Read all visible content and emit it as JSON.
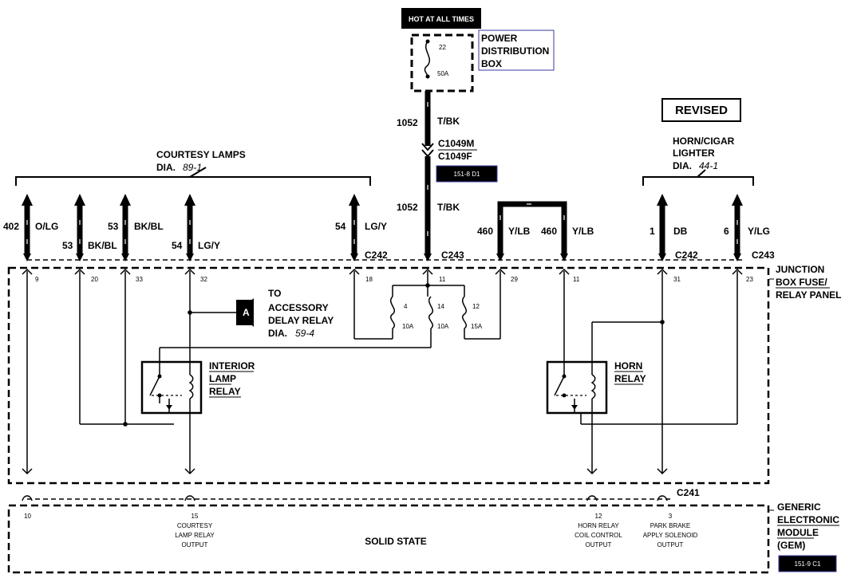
{
  "top": {
    "hot_label": "HOT AT ALL TIMES",
    "pdb_label_1": "POWER",
    "pdb_label_2": "DISTRIBUTION",
    "pdb_label_3": "BOX",
    "pdb_fuse_num": "22",
    "pdb_fuse_amp": "50A",
    "revised": "REVISED"
  },
  "feed": {
    "circuit_upper": "1052",
    "color_upper": "T/BK",
    "conn_m": "C1049M",
    "conn_f": "C1049F",
    "ref_box": "151-8 D1",
    "circuit_lower": "1052",
    "color_lower": "T/BK",
    "conn": "C243",
    "pin": "11"
  },
  "courtesy": {
    "title": "COURTESY LAMPS",
    "dia_prefix": "DIA.",
    "dia_ref": "89-1"
  },
  "horn_cigar": {
    "title_1": "HORN/CIGAR",
    "title_2": "LIGHTER",
    "dia_prefix": "DIA.",
    "dia_ref": "44-1"
  },
  "wires": [
    {
      "circuit": "402",
      "color": "O/LG",
      "pin": "9"
    },
    {
      "circuit": "53",
      "color": "BK/BL",
      "pin": "20"
    },
    {
      "circuit": "53",
      "color": "BK/BL",
      "pin": "33"
    },
    {
      "circuit": "54",
      "color": "LG/Y",
      "pin": "32"
    },
    {
      "circuit": "54",
      "color": "LG/Y",
      "pin": "18"
    },
    {
      "circuit": "460",
      "color": "Y/LB",
      "pin": "29"
    },
    {
      "circuit": "460",
      "color": "Y/LB",
      "pin": "11"
    },
    {
      "circuit": "1",
      "color": "DB",
      "pin": "31"
    },
    {
      "circuit": "6",
      "color": "Y/LG",
      "pin": "23"
    }
  ],
  "connectors": {
    "c242_left": "C242",
    "c243_center": "C243",
    "c242_right": "C242",
    "c243_right": "C243",
    "c241": "C241"
  },
  "jb": {
    "label_1": "JUNCTION",
    "label_2": "BOX FUSE/",
    "label_3": "RELAY PANEL",
    "fuses": [
      {
        "num": "4",
        "amp": "10A"
      },
      {
        "num": "14",
        "amp": "10A"
      },
      {
        "num": "12",
        "amp": "15A"
      }
    ],
    "accessory_symbol": "A",
    "accessory_1": "TO",
    "accessory_2": "ACCESSORY",
    "accessory_3": "DELAY RELAY",
    "accessory_dia_prefix": "DIA.",
    "accessory_dia_ref": "59-4",
    "interior_relay_1": "INTERIOR",
    "interior_relay_2": "LAMP",
    "interior_relay_3": "RELAY",
    "horn_relay_1": "HORN",
    "horn_relay_2": "RELAY"
  },
  "gem": {
    "label_1": "GENERIC",
    "label_2": "ELECTRONIC",
    "label_3": "MODULE",
    "label_4": "(GEM)",
    "ref_box": "151-9 C1",
    "body": "SOLID STATE",
    "pins": [
      {
        "pin": "10",
        "line1": "",
        "line2": "",
        "line3": ""
      },
      {
        "pin": "15",
        "line1": "COURTESY",
        "line2": "LAMP RELAY",
        "line3": "OUTPUT"
      },
      {
        "pin": "12",
        "line1": "HORN RELAY",
        "line2": "COIL CONTROL",
        "line3": "OUTPUT"
      },
      {
        "pin": "3",
        "line1": "PARK BRAKE",
        "line2": "APPLY SOLENOID",
        "line3": "OUTPUT"
      }
    ]
  }
}
